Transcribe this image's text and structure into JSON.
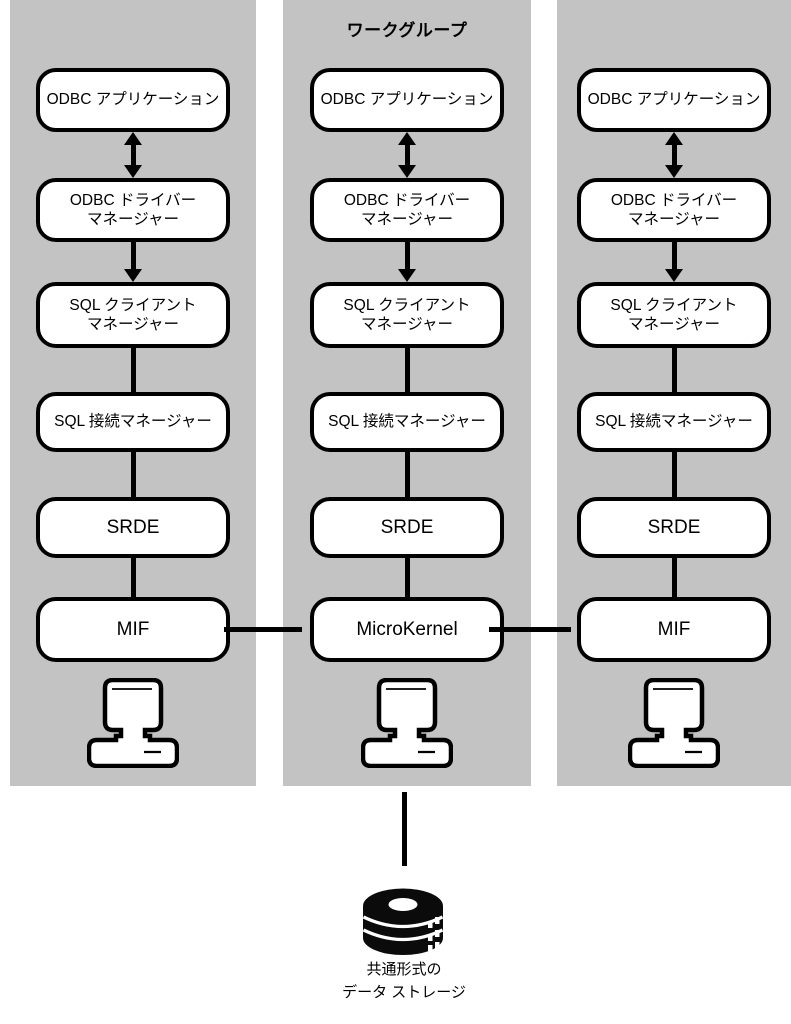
{
  "diagram": {
    "title": "ワークグループ",
    "storage_label": {
      "line1": "共通形式の",
      "line2": "データ ストレージ"
    }
  },
  "columns": [
    {
      "boxes": [
        {
          "lines": [
            "ODBC アプリケーション"
          ]
        },
        {
          "lines": [
            "ODBC ドライバー",
            "マネージャー"
          ]
        },
        {
          "lines": [
            "SQL クライアント",
            "マネージャー"
          ]
        },
        {
          "lines": [
            "SQL 接続マネージャー"
          ]
        },
        {
          "lines": [
            "SRDE"
          ]
        },
        {
          "lines": [
            "MIF"
          ]
        }
      ]
    },
    {
      "boxes": [
        {
          "lines": [
            "ODBC アプリケーション"
          ]
        },
        {
          "lines": [
            "ODBC ドライバー",
            "マネージャー"
          ]
        },
        {
          "lines": [
            "SQL クライアント",
            "マネージャー"
          ]
        },
        {
          "lines": [
            "SQL 接続マネージャー"
          ]
        },
        {
          "lines": [
            "SRDE"
          ]
        },
        {
          "lines": [
            "MicroKernel"
          ]
        }
      ]
    },
    {
      "boxes": [
        {
          "lines": [
            "ODBC アプリケーション"
          ]
        },
        {
          "lines": [
            "ODBC ドライバー",
            "マネージャー"
          ]
        },
        {
          "lines": [
            "SQL クライアント",
            "マネージャー"
          ]
        },
        {
          "lines": [
            "SQL 接続マネージャー"
          ]
        },
        {
          "lines": [
            "SRDE"
          ]
        },
        {
          "lines": [
            "MIF"
          ]
        }
      ]
    }
  ],
  "colors": {
    "panel_bg": "#c3c3c3",
    "box_fill": "#ffffff",
    "line": "#000000"
  }
}
